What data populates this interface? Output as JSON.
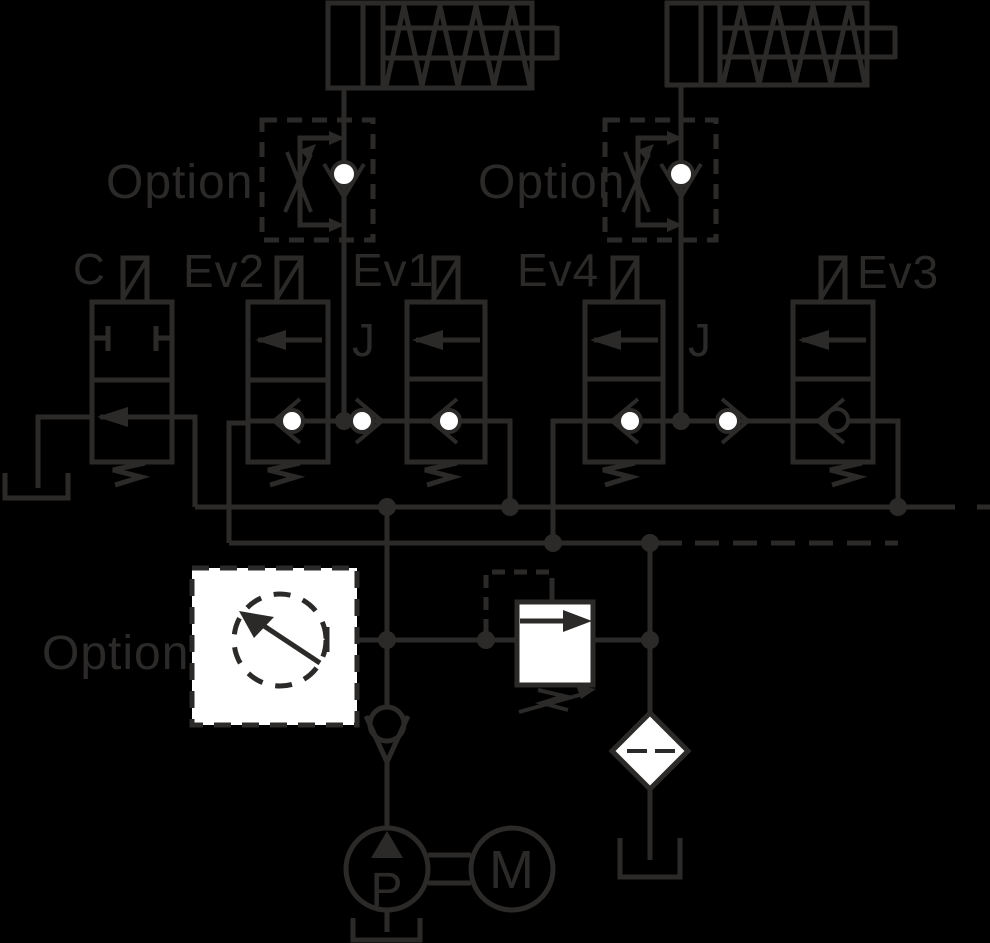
{
  "diagram": {
    "title": "hydraulic-circuit-schematic",
    "colors": {
      "background": "#000000",
      "line": "#2b2a29",
      "white_fill": "#ffffff"
    },
    "labels": {
      "valve_c": "C",
      "valve_ev2": "Ev2",
      "valve_ev1": "Ev1",
      "valve_ev4": "Ev4",
      "valve_ev3": "Ev3",
      "junction_left": "J",
      "junction_right": "J",
      "option_top_left": "Option",
      "option_top_right": "Option",
      "option_bottom": "Option",
      "pump": "P",
      "motor": "M"
    },
    "components": [
      {
        "id": "cylinder-left",
        "type": "spring-return-cylinder-icon"
      },
      {
        "id": "cylinder-right",
        "type": "spring-return-cylinder-icon"
      },
      {
        "id": "flow-control-option-left",
        "type": "flow-control-with-bypass-check-icon",
        "label": "Option"
      },
      {
        "id": "flow-control-option-right",
        "type": "flow-control-with-bypass-check-icon",
        "label": "Option"
      },
      {
        "id": "valve-c",
        "type": "solenoid-valve-icon",
        "label": "C"
      },
      {
        "id": "valve-ev2",
        "type": "solenoid-valve-icon",
        "label": "Ev2"
      },
      {
        "id": "valve-ev1",
        "type": "solenoid-valve-icon",
        "label": "Ev1"
      },
      {
        "id": "valve-ev4",
        "type": "solenoid-valve-icon",
        "label": "Ev4"
      },
      {
        "id": "valve-ev3",
        "type": "solenoid-valve-icon",
        "label": "Ev3"
      },
      {
        "id": "rotary-option-unit",
        "type": "dashed-rotary-actuator-icon",
        "label": "Option"
      },
      {
        "id": "check-valve",
        "type": "check-valve-icon"
      },
      {
        "id": "pump",
        "type": "pump-icon",
        "label": "P"
      },
      {
        "id": "motor",
        "type": "motor-icon",
        "label": "M"
      },
      {
        "id": "relief-valve",
        "type": "pressure-relief-valve-icon"
      },
      {
        "id": "filter",
        "type": "filter-icon"
      },
      {
        "id": "tank-left",
        "type": "tank-icon"
      },
      {
        "id": "tank-pump",
        "type": "tank-icon"
      },
      {
        "id": "tank-filter",
        "type": "tank-icon"
      }
    ]
  }
}
